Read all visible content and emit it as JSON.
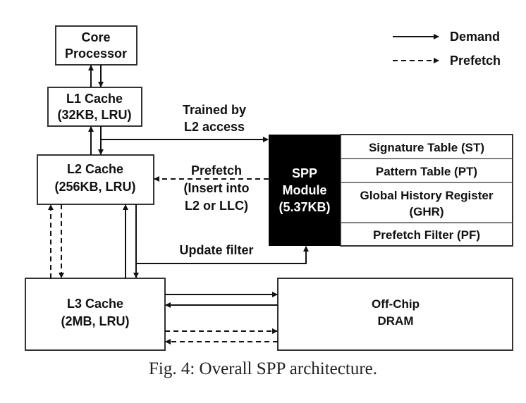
{
  "legend": {
    "demand_label": "Demand",
    "prefetch_label": "Prefetch"
  },
  "nodes": {
    "core": {
      "line1": "Core",
      "line2": "Processor"
    },
    "l1": {
      "line1": "L1 Cache",
      "line2": "(32KB, LRU)"
    },
    "l2": {
      "line1": "L2 Cache",
      "line2": "(256KB, LRU)"
    },
    "l3": {
      "line1": "L3 Cache",
      "line2": "(2MB, LRU)"
    },
    "dram": {
      "line1": "Off-Chip",
      "line2": "DRAM"
    },
    "spp": {
      "line1": "SPP",
      "line2": "Module",
      "line3": "(5.37KB)"
    }
  },
  "spp_components": [
    {
      "line1": "Signature Table (ST)"
    },
    {
      "line1": "Pattern Table (PT)"
    },
    {
      "line1": "Global History Register",
      "line2": "(GHR)"
    },
    {
      "line1": "Prefetch Filter (PF)"
    }
  ],
  "edge_labels": {
    "trained_line1": "Trained by",
    "trained_line2": "L2 access",
    "prefetch_line1": "Prefetch",
    "prefetch_line2": "(Insert into",
    "prefetch_line3": "L2 or LLC)",
    "update_filter": "Update filter"
  },
  "colors": {
    "spp_fill": "#000000",
    "line": "#111111",
    "box_border": "#333333"
  },
  "caption": "Fig. 4: Overall SPP architecture."
}
